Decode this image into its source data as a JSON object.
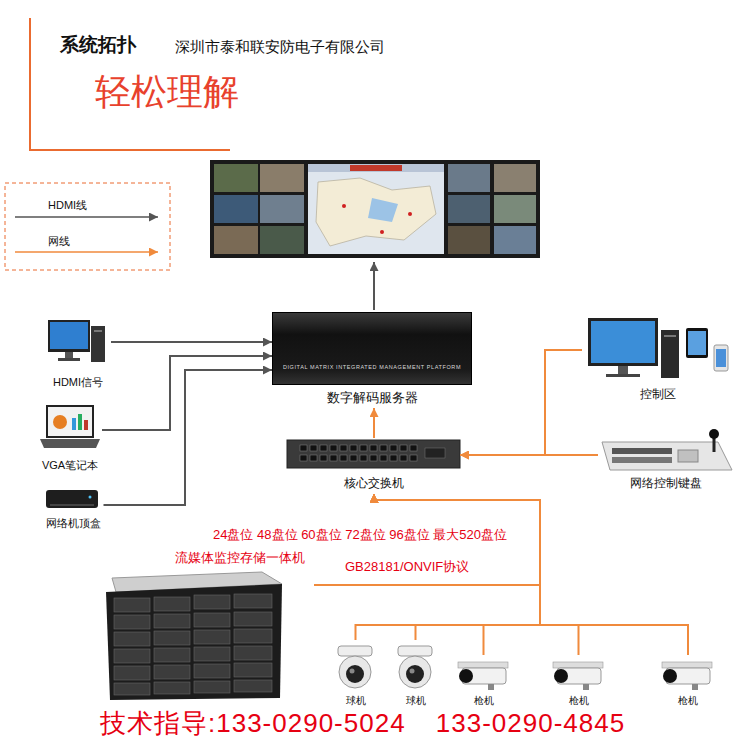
{
  "diagram": {
    "title": "系统拓扑",
    "nodes": [
      {
        "text": [
          "DIGITAL MATRIX INTEGRATED MANAGEMENT PLATFORM",
          "数字解码服务器"
        ]
      },
      {
        "text": [
          "HDMI信号"
        ]
      },
      {
        "text": [
          "VGA笔记本"
        ]
      },
      {
        "text": [
          "网络机顶盒"
        ]
      },
      {
        "text": [
          "控制区"
        ]
      },
      {
        "text": [
          "网络控制键盘"
        ]
      },
      {
        "text": [
          "核心交换机"
        ]
      },
      {
        "text": [
          "流媒体监控存储一体机"
        ]
      },
      {
        "text": [
          "球机"
        ]
      },
      {
        "text": [
          "球机"
        ]
      },
      {
        "text": [
          "枪机"
        ]
      },
      {
        "text": [
          "枪机"
        ]
      },
      {
        "text": [
          "枪机"
        ]
      }
    ],
    "edges": [
      {
        "from": 1,
        "to": 0,
        "arrow": "to"
      },
      {
        "from": 2,
        "to": 0,
        "arrow": "to"
      },
      {
        "from": 3,
        "to": 0,
        "arrow": "to"
      },
      {
        "from": 6,
        "to": 0,
        "arrow": "to"
      },
      {
        "from": 4,
        "to": 6,
        "arrow": "to"
      },
      {
        "from": 5,
        "to": 6,
        "arrow": "to"
      },
      {
        "from": 7,
        "to": 6,
        "arrow": "to"
      },
      {
        "from": 8,
        "to": 6,
        "arrow": "to"
      },
      {
        "from": 9,
        "to": 6,
        "arrow": "to"
      },
      {
        "from": 10,
        "to": 6,
        "arrow": "to"
      },
      {
        "from": 11,
        "to": 6,
        "arrow": "to"
      },
      {
        "from": 12,
        "to": 6,
        "arrow": "to"
      }
    ],
    "labels": [
      "深圳市泰和联安防电子有限公司",
      "轻松理解",
      "24盘位 48盘位 60盘位 72盘位 96盘位 最大520盘位",
      "GB28181/ONVIF协议",
      "技术指导:133-0290-5024  133-0290-4845"
    ],
    "legend": [
      {
        "text": "HDMI线"
      },
      {
        "text": "网线"
      }
    ]
  }
}
